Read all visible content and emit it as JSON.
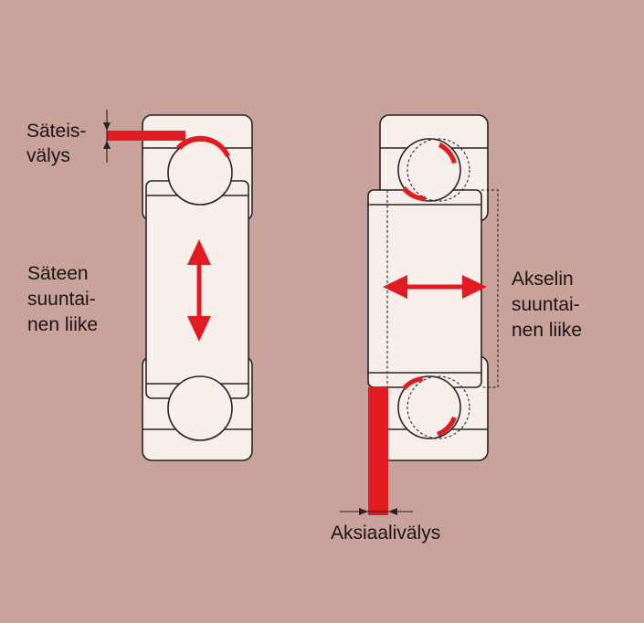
{
  "labels": {
    "radial_clearance": [
      "Säteis-",
      "välys"
    ],
    "radial_motion": [
      "Säteen",
      "suuntai-",
      "nen liike"
    ],
    "axial_motion": [
      "Akselin",
      "suuntai-",
      "nen liike"
    ],
    "axial_clearance": "Aksiaalivälys"
  },
  "colors": {
    "background": "#c9a29b",
    "part_fill": "#f7f0ea",
    "accent_red": "#e01b22",
    "outline": "#2a2226"
  }
}
